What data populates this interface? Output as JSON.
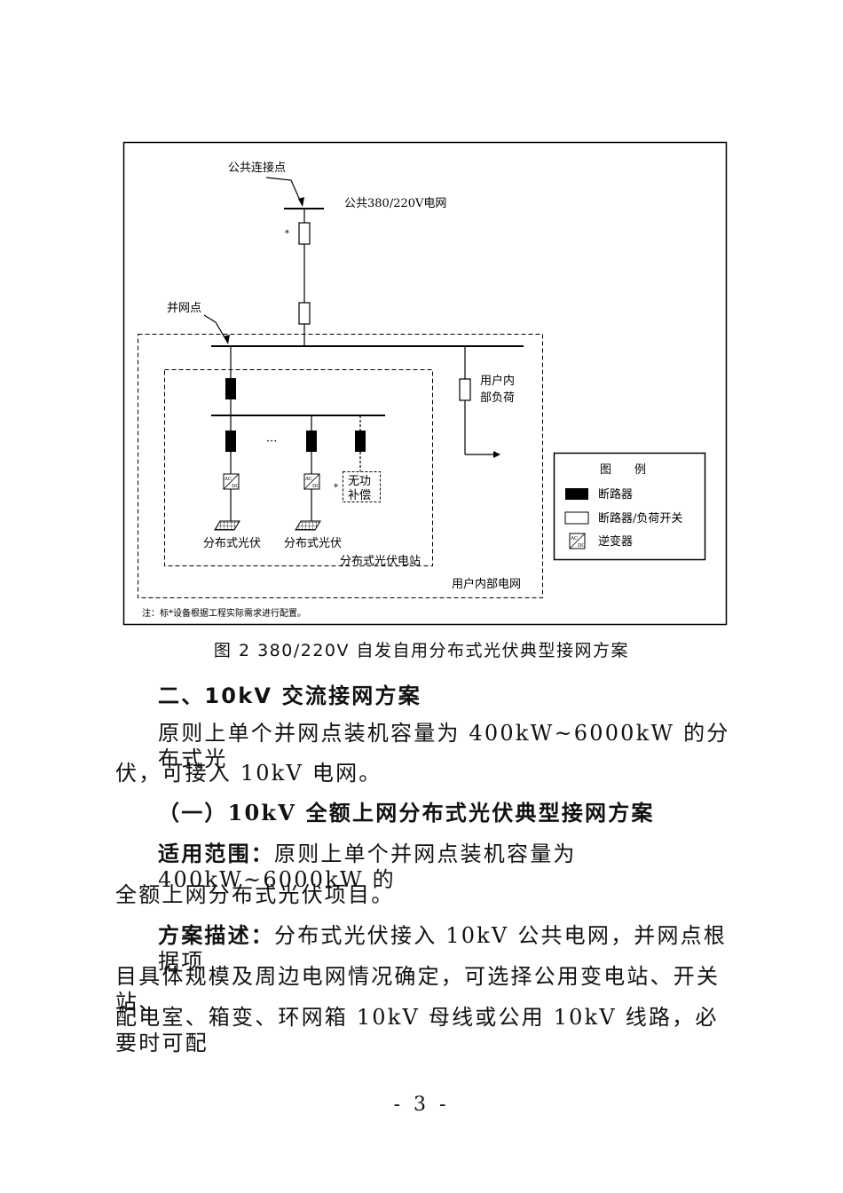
{
  "diagram": {
    "public_connection_point": "公共连接点",
    "public_grid": "公共380/220V电网",
    "grid_connection_point": "并网点",
    "user_load_line1": "用户内",
    "user_load_line2": "部负荷",
    "pv_label_1": "分布式光伏",
    "pv_label_2": "分布式光伏",
    "pv_station": "分布式光伏电站",
    "user_grid": "用户内部电网",
    "reactive_line1": "无功",
    "reactive_line2": "补偿",
    "asterisk": "*",
    "ellipsis": "···",
    "inverter_top": "AC",
    "inverter_bottom": "DC",
    "note": "注：标*设备根据工程实际需求进行配置。",
    "legend": {
      "title": "图　　例",
      "breaker": "断路器",
      "breaker_load_switch": "断路器/负荷开关",
      "inverter": "逆变器"
    }
  },
  "caption": "图 2 380/220V 自发自用分布式光伏典型接网方案",
  "section_heading": "二、10kV 交流接网方案",
  "para1_line1": "原则上单个并网点装机容量为 400kW~6000kW 的分布式光",
  "para1_line2": "伏，可接入 10kV 电网。",
  "subsection_heading": "（一）10kV 全额上网分布式光伏典型接网方案",
  "scope_label": "适用范围：",
  "scope_text_line1": "原则上单个并网点装机容量为 400kW~6000kW 的",
  "scope_text_line2": "全额上网分布式光伏项目。",
  "scheme_label": "方案描述：",
  "scheme_text_line1": "分布式光伏接入 10kV 公共电网，并网点根据项",
  "scheme_text_line2": "目具体规模及周边电网情况确定，可选择公用变电站、开关站、",
  "scheme_text_line3": "配电室、箱变、环网箱 10kV 母线或公用 10kV 线路，必要时可配",
  "page_number": "- 3 -"
}
